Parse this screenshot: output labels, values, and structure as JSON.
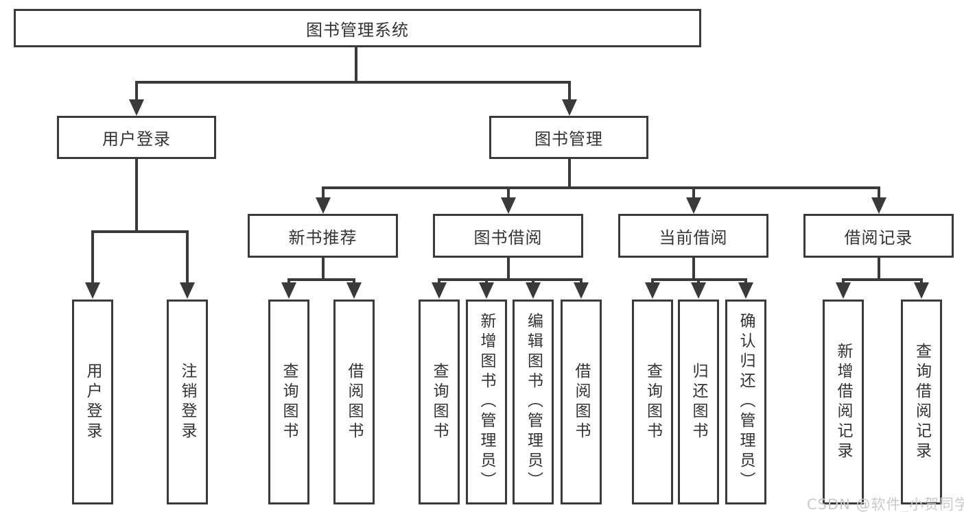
{
  "diagram_title": "图书管理系统",
  "tree": {
    "root": {
      "label": "图书管理系统",
      "children": [
        {
          "label": "用户登录",
          "children": [
            {
              "label": "用户登录"
            },
            {
              "label": "注销登录"
            }
          ]
        },
        {
          "label": "图书管理",
          "children": [
            {
              "label": "新书推荐",
              "children": [
                {
                  "label": "查询图书"
                },
                {
                  "label": "借阅图书"
                }
              ]
            },
            {
              "label": "图书借阅",
              "children": [
                {
                  "label": "查询图书"
                },
                {
                  "label": "新增图书（管理员）"
                },
                {
                  "label": "编辑图书（管理员）"
                },
                {
                  "label": "借阅图书"
                }
              ]
            },
            {
              "label": "当前借阅",
              "children": [
                {
                  "label": "查询图书"
                },
                {
                  "label": "归还图书"
                },
                {
                  "label": "确认归还（管理员）"
                }
              ]
            },
            {
              "label": "借阅记录",
              "children": [
                {
                  "label": "新增借阅记录"
                },
                {
                  "label": "查询借阅记录"
                }
              ]
            }
          ]
        }
      ]
    }
  },
  "watermark": {
    "text": "CSDN @软件_小贺同学"
  },
  "colors": {
    "line": "#3a3a3a",
    "box_border": "#3a3a3a",
    "text": "#333333",
    "watermark": "#c9c9c9",
    "background": "#ffffff"
  }
}
